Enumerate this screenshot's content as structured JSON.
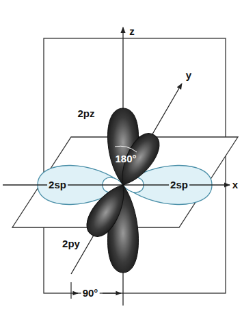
{
  "diagram": {
    "labels": [
      "z",
      "y",
      "x",
      "2pz",
      "180°",
      "2sp",
      "2sp",
      "2py",
      "90°"
    ]
  }
}
